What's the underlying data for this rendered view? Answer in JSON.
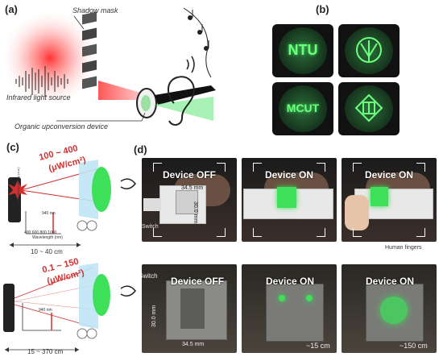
{
  "panels": {
    "a": {
      "letter": "(a)",
      "shadow_mask": "Shadow mask",
      "infrared_source": "Infrared light source",
      "device": "Organic upconversion device"
    },
    "b": {
      "letter": "(b)",
      "tiles": [
        "NTU",
        "",
        "MCUT",
        ""
      ]
    },
    "c": {
      "letter": "(c)",
      "top_intensity": "100 ~ 400",
      "top_unit": "(μW/cm²)",
      "top_distance": "10 ~ 40 cm",
      "bottom_intensity": "0.1 ~ 150",
      "bottom_unit": "(μW/cm²)",
      "bottom_distance": "15 ~ 370 cm",
      "peak_label": "940 nm",
      "x_axis_label": "Wavelength (nm)",
      "y_axis_label": "Normalized intensity (a.u.)",
      "x_ticks": [
        "400",
        "600",
        "800",
        "1000"
      ]
    },
    "d": {
      "letter": "(d)",
      "top": [
        {
          "label": "Device OFF"
        },
        {
          "label": "Device ON"
        },
        {
          "label": "Device ON"
        }
      ],
      "dim_width": "34.5 mm",
      "dim_height": "30.0 mm",
      "switch": "Switch",
      "human_fingers": "Human fingers",
      "bottom": [
        {
          "label": "Device OFF",
          "dim_h": "30.0 mm",
          "dim_w": "34.5 mm"
        },
        {
          "label": "Device ON",
          "distance": "~15 cm"
        },
        {
          "label": "Device ON",
          "distance": "~150 cm"
        }
      ],
      "switch_bottom": "Switch"
    }
  },
  "colors": {
    "red": "#d23030",
    "green": "#3ee05a",
    "blue_beam": "#bfe4f5"
  }
}
